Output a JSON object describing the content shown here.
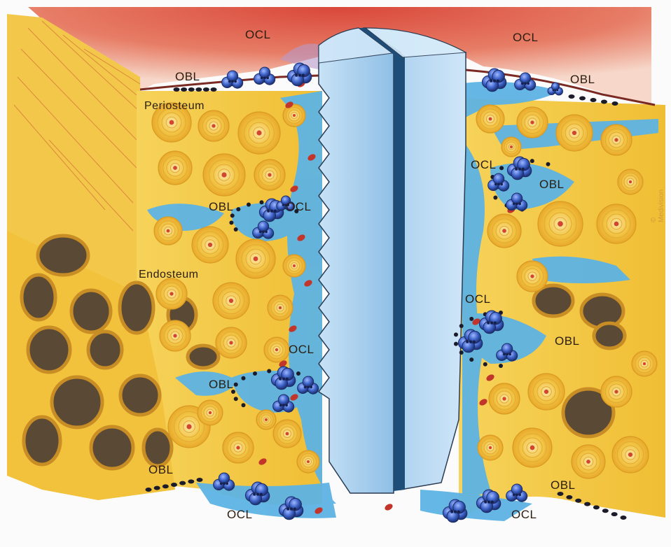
{
  "labels": {
    "ocl_top_left": "OCL",
    "ocl_top_right": "OCL",
    "obl_top_left": "OBL",
    "obl_top_right": "OBL",
    "periosteum": "Periosteum",
    "endosteum": "Endosteum",
    "obl_mid_left": "OBL",
    "ocl_mid_left": "OCL",
    "ocl_mid_right": "OCL",
    "obl_mid_right": "OBL",
    "ocl_lower_right": "OCL",
    "obl_lower_right": "OBL",
    "ocl_lower_left": "OCL",
    "obl_lower_left": "OBL",
    "obl_bottom_left": "OBL",
    "ocl_bottom_left": "OCL",
    "obl_bottom_right": "OBL",
    "ocl_bottom_right": "OCL"
  },
  "credit": "© Medivision",
  "colors": {
    "soft_tissue": "#e06a55",
    "bone": "#f2c33c",
    "bone_light": "#f7e08a",
    "marrow_fluid": "#5eb6e6",
    "implant": "#a9d0ee",
    "implant_dark": "#1f4f7a",
    "osteoclast": "#3d63c8",
    "osteoblast": "#1b1b2a"
  }
}
